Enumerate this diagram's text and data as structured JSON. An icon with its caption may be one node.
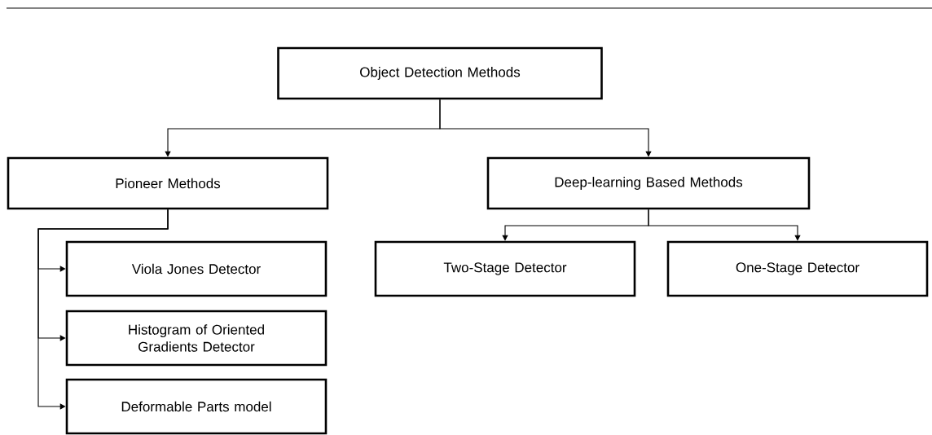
{
  "diagram": {
    "nodes": [
      {
        "text": [
          "Object Detection Methods"
        ]
      },
      {
        "text": [
          "Pioneer Methods"
        ]
      },
      {
        "text": [
          "Deep-learning Based Methods"
        ]
      },
      {
        "text": [
          "Viola Jones Detector"
        ]
      },
      {
        "text": [
          "Histogram of Oriented Gradients Detector"
        ]
      },
      {
        "text": [
          "Deformable Parts model"
        ]
      },
      {
        "text": [
          "Two-Stage Detector"
        ]
      },
      {
        "text": [
          "One-Stage Detector"
        ]
      }
    ],
    "edges": [
      {
        "from": 0,
        "to": 1,
        "arrow": "to"
      },
      {
        "from": 0,
        "to": 2,
        "arrow": "to"
      },
      {
        "from": 1,
        "to": 3,
        "arrow": "to"
      },
      {
        "from": 1,
        "to": 4,
        "arrow": "to"
      },
      {
        "from": 1,
        "to": 5,
        "arrow": "to"
      },
      {
        "from": 2,
        "to": 6,
        "arrow": "to"
      },
      {
        "from": 2,
        "to": 7,
        "arrow": "to"
      }
    ]
  }
}
